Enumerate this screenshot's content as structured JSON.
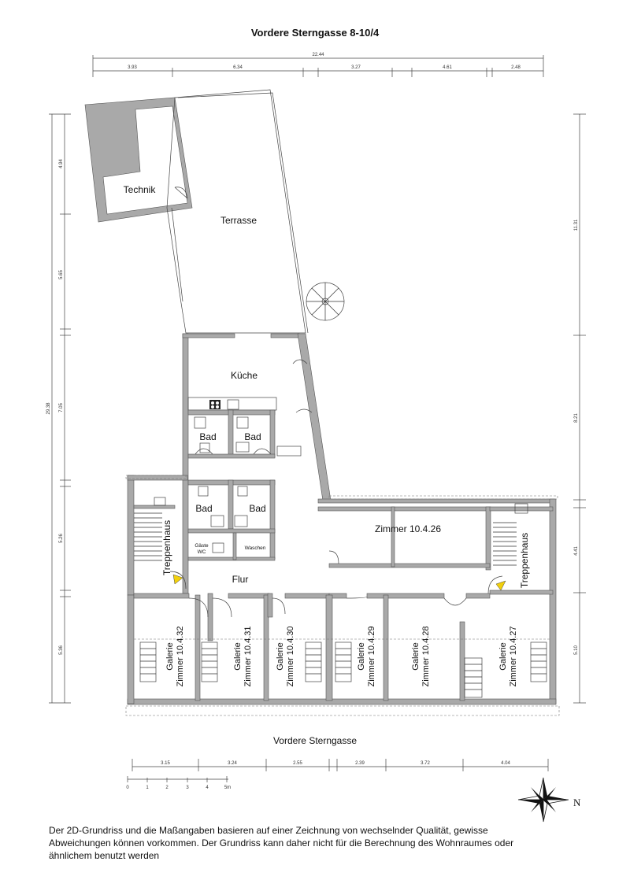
{
  "title": "Vordere Sterngasse 8-10/4",
  "street_label": "Vordere Sterngasse",
  "disclaimer": "Der 2D-Grundriss und die Maßangaben basieren auf einer Zeichnung von wechselnder Qualität, gewisse Abweichungen können vorkommen. Der Grundriss kann daher nicht für die Berechnung des Wohnraumes oder ähnlichem benutzt werden",
  "compass_label": "N",
  "dimensions": {
    "top_total": "22.44",
    "top": [
      "3.93",
      "6.34",
      "3.27",
      "4.61",
      "2.48"
    ],
    "left_total": "29.38",
    "left": [
      "4.94",
      "5.65",
      "7.05",
      "5.26",
      "5.36"
    ],
    "right": [
      "11.31",
      "8.21",
      "4.41",
      "5.10"
    ],
    "bottom": [
      "3.15",
      "3.24",
      "2.55",
      "2.39",
      "3.72",
      "4.04"
    ]
  },
  "scale_bar": {
    "labels": [
      "0",
      "1",
      "2",
      "3",
      "4",
      "5m"
    ]
  },
  "rooms": {
    "technik": "Technik",
    "terrasse": "Terrasse",
    "kueche": "Küche",
    "bad1": "Bad",
    "bad2": "Bad",
    "bad3": "Bad",
    "bad4": "Bad",
    "gaeste_wc_1": "Gäste",
    "gaeste_wc_2": "WC",
    "waschen": "Waschen",
    "zimmer_26": "Zimmer 10.4.26",
    "treppenhaus_left": "Treppenhaus",
    "treppenhaus_right": "Treppenhaus",
    "flur": "Flur",
    "galerie": [
      {
        "line1": "Galerie",
        "line2": "Zimmer 10.4.32"
      },
      {
        "line1": "Galerie",
        "line2": "Zimmer 10.4.31"
      },
      {
        "line1": "Galerie",
        "line2": "Zimmer 10.4.30"
      },
      {
        "line1": "Galerie",
        "line2": "Zimmer 10.4.29"
      },
      {
        "line1": "Galerie",
        "line2": "Zimmer 10.4.28"
      },
      {
        "line1": "Galerie",
        "line2": "Zimmer 10.4.27"
      }
    ]
  }
}
